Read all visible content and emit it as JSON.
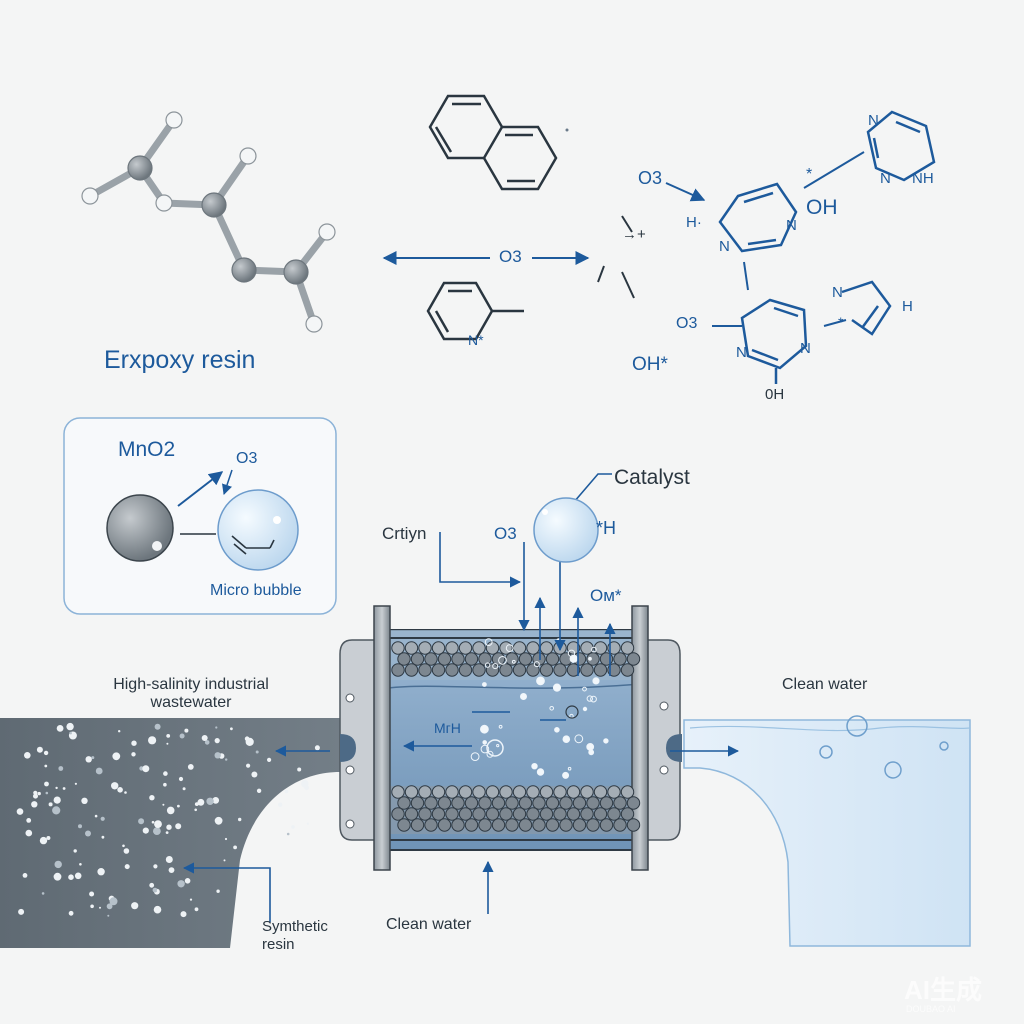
{
  "colors": {
    "accent_blue": "#1d5a9c",
    "wastewater_gray": "#69737c",
    "clean_water": "#d6e8f6",
    "reactor_water": "#7fa2c3",
    "background": "#f4f5f5"
  },
  "molecules": {
    "epoxy_label": "Erxpoxy resin",
    "o3_arrow_label": "O3",
    "pyridine_n": "N*",
    "dot": "·",
    "frag_plus": "→+",
    "top": {
      "o3": "O3",
      "h_label": "H·",
      "n_left": "N",
      "n_right": "N",
      "oh": "OH",
      "star": "*"
    },
    "triazine": {
      "n1": "N",
      "n2": "N",
      "nh": "NH"
    },
    "lower": {
      "o3": "O3",
      "oh_star": "OH*",
      "n_left": "N",
      "n_right": "N",
      "oh": "0H"
    },
    "frag5": {
      "n": "N",
      "h": "H",
      "star": "*"
    }
  },
  "inset": {
    "title": "MnO2",
    "o3": "O3",
    "caption": "Micro bubble"
  },
  "reactor": {
    "catalyst": "Catalyst",
    "crtiyn": "Crtiyn",
    "o3": "O3",
    "h_label": "*H",
    "o_radical": "Oм*",
    "m_label": "MгH"
  },
  "labels": {
    "wastewater": "High-salinity industrial wastewater",
    "synthetic_resin": "Symthetic resin",
    "clean_water_bottom": "Clean water",
    "clean_water_right": "Clean water"
  },
  "watermark": {
    "main": "AI生成",
    "sub": "DOUBAO AI"
  }
}
